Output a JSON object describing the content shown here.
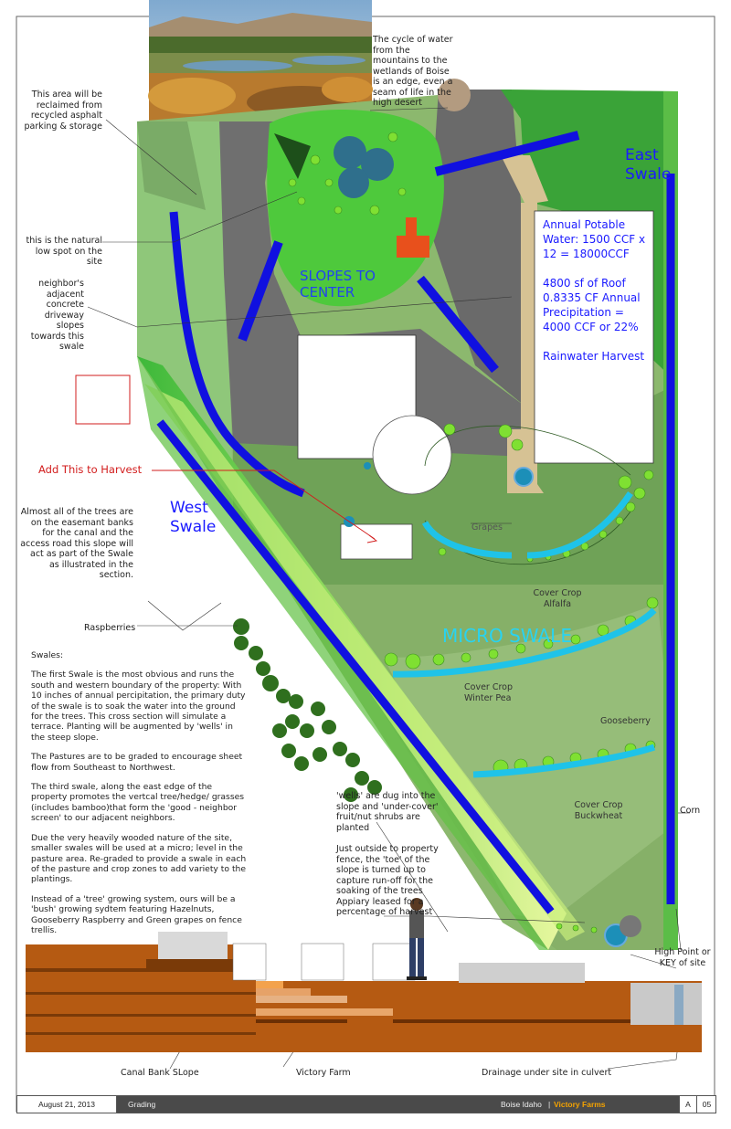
{
  "notes": {
    "cycle_of_water": "The cycle of water from the mountains to the wetlands of Boise is an edge, even a seam of life in the high desert",
    "reclaimed_area": "This area will be reclaimed from recycled asphalt parking & storage",
    "natural_low_spot": "this is the natural low spot on the site",
    "neighbor_driveway": "neighbor's adjacent concrete driveway slopes towards this swale",
    "add_to_harvest": "Add This to Harvest",
    "trees_easement": "Almost all of the trees are on the easemant banks for the canal and the access road this slope will act as part of the Swale as illustrated in the section.",
    "raspberries": "Raspberries",
    "wells": "'wells' are dug into the slope and 'under-cover' fruit/nut shrubs are planted",
    "toe_of_slope": "Just outside to property fence, the 'toe' of the slope is turned up to capture run-off for the soaking of the trees Appiary leased for a percentage of harvest",
    "high_point": "High Point or KEY of site",
    "corn": "Corn",
    "grapes": "Grapes",
    "cover_crop_alfalfa": "Cover Crop Alfalfa",
    "cover_crop_winter_pea": "Cover Crop Winter Pea",
    "gooseberry": "Gooseberry",
    "cover_crop_buckwheat": "Cover Crop Buckwheat"
  },
  "labels": {
    "east_swale": "East Swale",
    "west_swale": "West Swale",
    "slopes_to_center": "SLOPES TO CENTER",
    "micro_swale": "MICRO SWALE"
  },
  "water_box": {
    "potable": "Annual Potable Water: 1500 CCF x 12 = 18000CCF",
    "roof": "4800 sf of Roof 0.8335 CF Annual Precipitation = 4000 CCF or 22%",
    "harvest": "Rainwater Harvest"
  },
  "swales_text": {
    "heading": "Swales:",
    "p1": "The first Swale is the most obvious and runs the south and western boundary of the property: With 10 inches of annual percipitation, the primary duty of the swale is to soak the water into the ground for the trees. This cross section will simulate a terrace. Planting will be augmented by 'wells' in the steep slope.",
    "p2": "The Pastures are to be graded to encourage sheet flow from Southeast to Northwest.",
    "p3": "The third swale, along the east edge of the property promotes the vertcal tree/hedge/ grasses (includes bamboo)that form the 'good - neighbor screen' to our adjacent neighbors.",
    "p4": "Due the very heavily wooded nature of the site, smaller swales will be used at a micro; level in the pasture area. Re-graded to provide a swale in each of the pasture and crop zones to add variety to the plantings.",
    "p5": "Instead of a 'tree' growing system, ours will be a 'bush' growing sydtem featuring Hazelnuts, Gooseberry Raspberry and Green grapes on fence trellis."
  },
  "section_labels": {
    "canal_bank": "Canal Bank SLope",
    "victory_farm": "Victory Farm",
    "drainage": "Drainage under site in culvert"
  },
  "title_block": {
    "date": "August 21, 2013",
    "sheet_name": "Grading",
    "location": "Boise Idaho",
    "separator": "|",
    "firm": "Victory Farms",
    "sheet_letter": "A",
    "sheet_number": "05"
  },
  "colors": {
    "swale_blue": "#1010e0",
    "micro_swale_cyan": "#1fc3e8",
    "lawn_green": "#4ec93c",
    "pasture_green": "#8fb872",
    "asphalt_gray": "#6d6d6d",
    "soil_brown": "#b55a12",
    "firm_orange": "#f5a300"
  }
}
